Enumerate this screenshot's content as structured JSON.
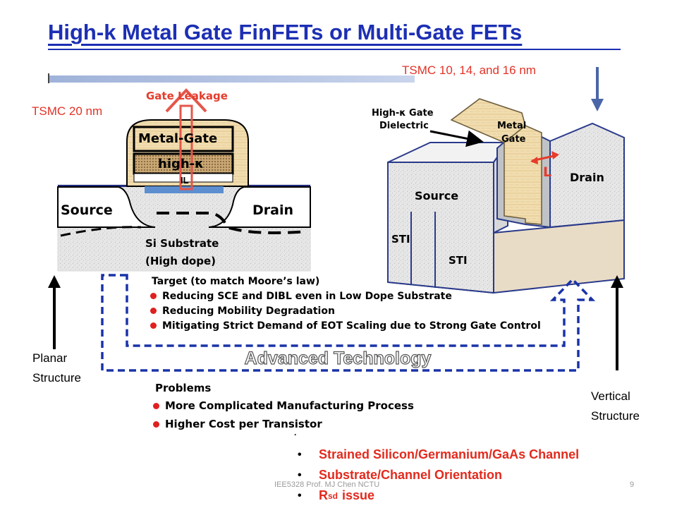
{
  "slide": {
    "title": "High-k Metal Gate FinFETs or Multi-Gate FETs",
    "tsmc_new": "TSMC 10, 14, and 16 nm",
    "tsmc_old": "TSMC 20 nm",
    "planar_line1": "Planar",
    "planar_line2": "Structure",
    "vertical_line1": "Vertical",
    "vertical_line2": "Structure",
    "advanced_label": "Advanced Technology",
    "footer_center": "IEE5328 Prof. MJ Chen NCTU",
    "page_number": "9"
  },
  "planar": {
    "gate_leakage": "Gate Leakage",
    "metal_gate": "Metal-Gate",
    "high_k": "high-κ",
    "il": "IL",
    "source": "Source",
    "drain": "Drain",
    "substrate_line1": "Si Substrate",
    "substrate_line2": "(High dope)"
  },
  "finfet": {
    "dielectric_line1": "High-κ Gate",
    "dielectric_line2": "Dielectric",
    "metal_line1": "Metal",
    "metal_line2": "Gate",
    "length": "L",
    "source": "Source",
    "drain": "Drain",
    "sti_left": "STI",
    "sti_right": "STI"
  },
  "target": {
    "heading": "Target (to match Moore’s law)",
    "items": [
      "Reducing SCE and DIBL even in Low Dope Substrate",
      "Reducing Mobility Degradation",
      "Mitigating Strict Demand of EOT Scaling due to Strong Gate Control"
    ]
  },
  "problems": {
    "heading": "Problems",
    "items": [
      "More Complicated Manufacturing Process",
      "Higher Cost per Transistor"
    ]
  },
  "bottom_bullets": [
    "Strained Silicon/Germanium/GaAs Channel",
    "Substrate/Channel Orientation",
    "issue"
  ],
  "rsd": {
    "main": "R",
    "sub": "sd"
  },
  "colors": {
    "title": "#1c2fb4",
    "accent_red": "#e23226",
    "arrow_blue": "#1a33a8",
    "metal": "#f2dfae"
  }
}
